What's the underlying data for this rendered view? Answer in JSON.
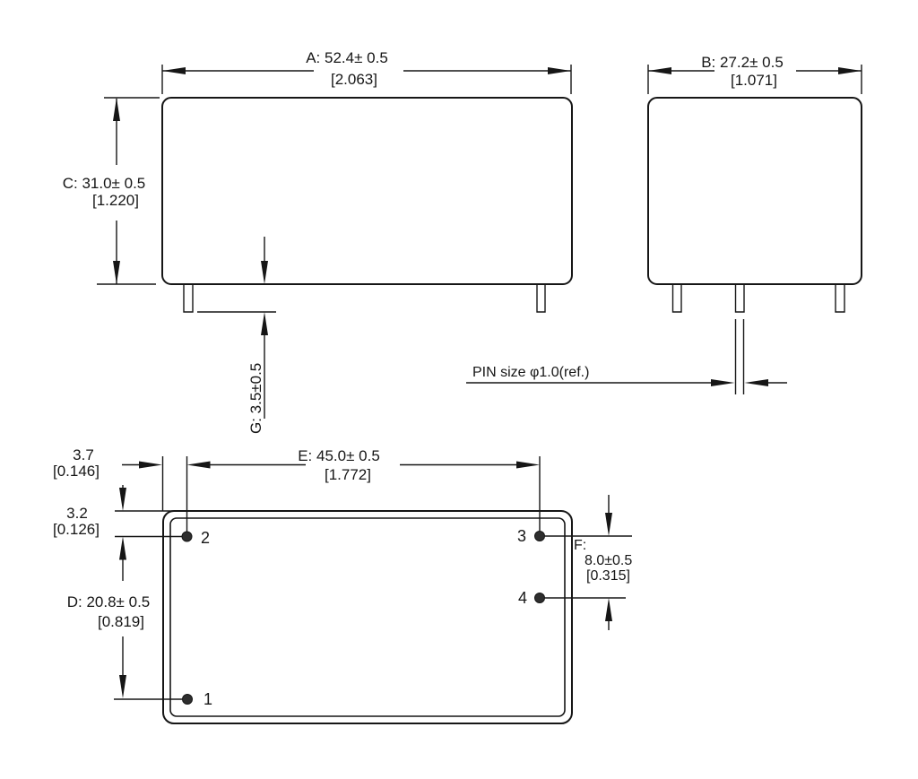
{
  "dims": {
    "A": {
      "text": "A: 52.4± 0.5",
      "inches": "[2.063]"
    },
    "B": {
      "text": "B: 27.2± 0.5",
      "inches": "[1.071]"
    },
    "C": {
      "text": "C: 31.0± 0.5",
      "inches": "[1.220]"
    },
    "D": {
      "text": "D: 20.8± 0.5",
      "inches": "[0.819]"
    },
    "E": {
      "text": "E: 45.0± 0.5",
      "inches": "[1.772]"
    },
    "F": {
      "label": "F:",
      "text": "8.0±0.5",
      "inches": "[0.315]"
    },
    "G": {
      "text": "G: 3.5±0.5"
    },
    "pin_stickout": {
      "text": "3.7",
      "inches": "[0.146]"
    },
    "pin_inset": {
      "text": "3.2",
      "inches": "[0.126]"
    }
  },
  "pins": {
    "p1": "1",
    "p2": "2",
    "p3": "3",
    "p4": "4"
  },
  "note": {
    "pin_size": "PIN size φ1.0(ref.)"
  },
  "colors": {
    "line": "#161616",
    "background": "#ffffff",
    "pin_dot": "#2e2e2e"
  }
}
